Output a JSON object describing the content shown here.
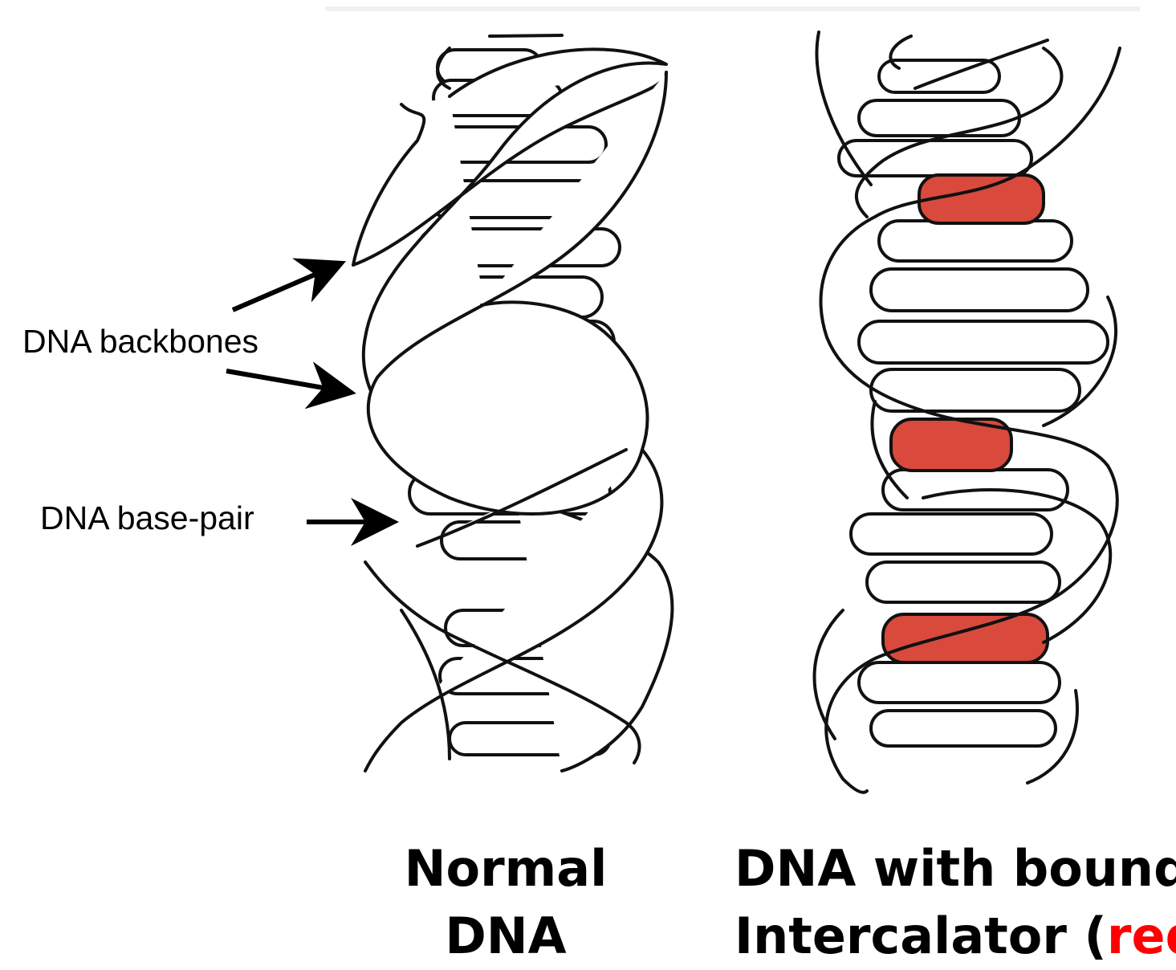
{
  "annotations": {
    "backbones": "DNA backbones",
    "base_pair": "DNA base-pair"
  },
  "captions": {
    "normal": {
      "line1": "Normal",
      "line2": "DNA"
    },
    "intercalated": {
      "line1": "DNA with bound",
      "line2_prefix": "Intercalator (",
      "line2_highlight": "red",
      "line2_suffix": ")"
    }
  },
  "colors": {
    "intercalator": "#d94a3c",
    "highlight_text": "#ff0000",
    "outline": "#111111"
  }
}
